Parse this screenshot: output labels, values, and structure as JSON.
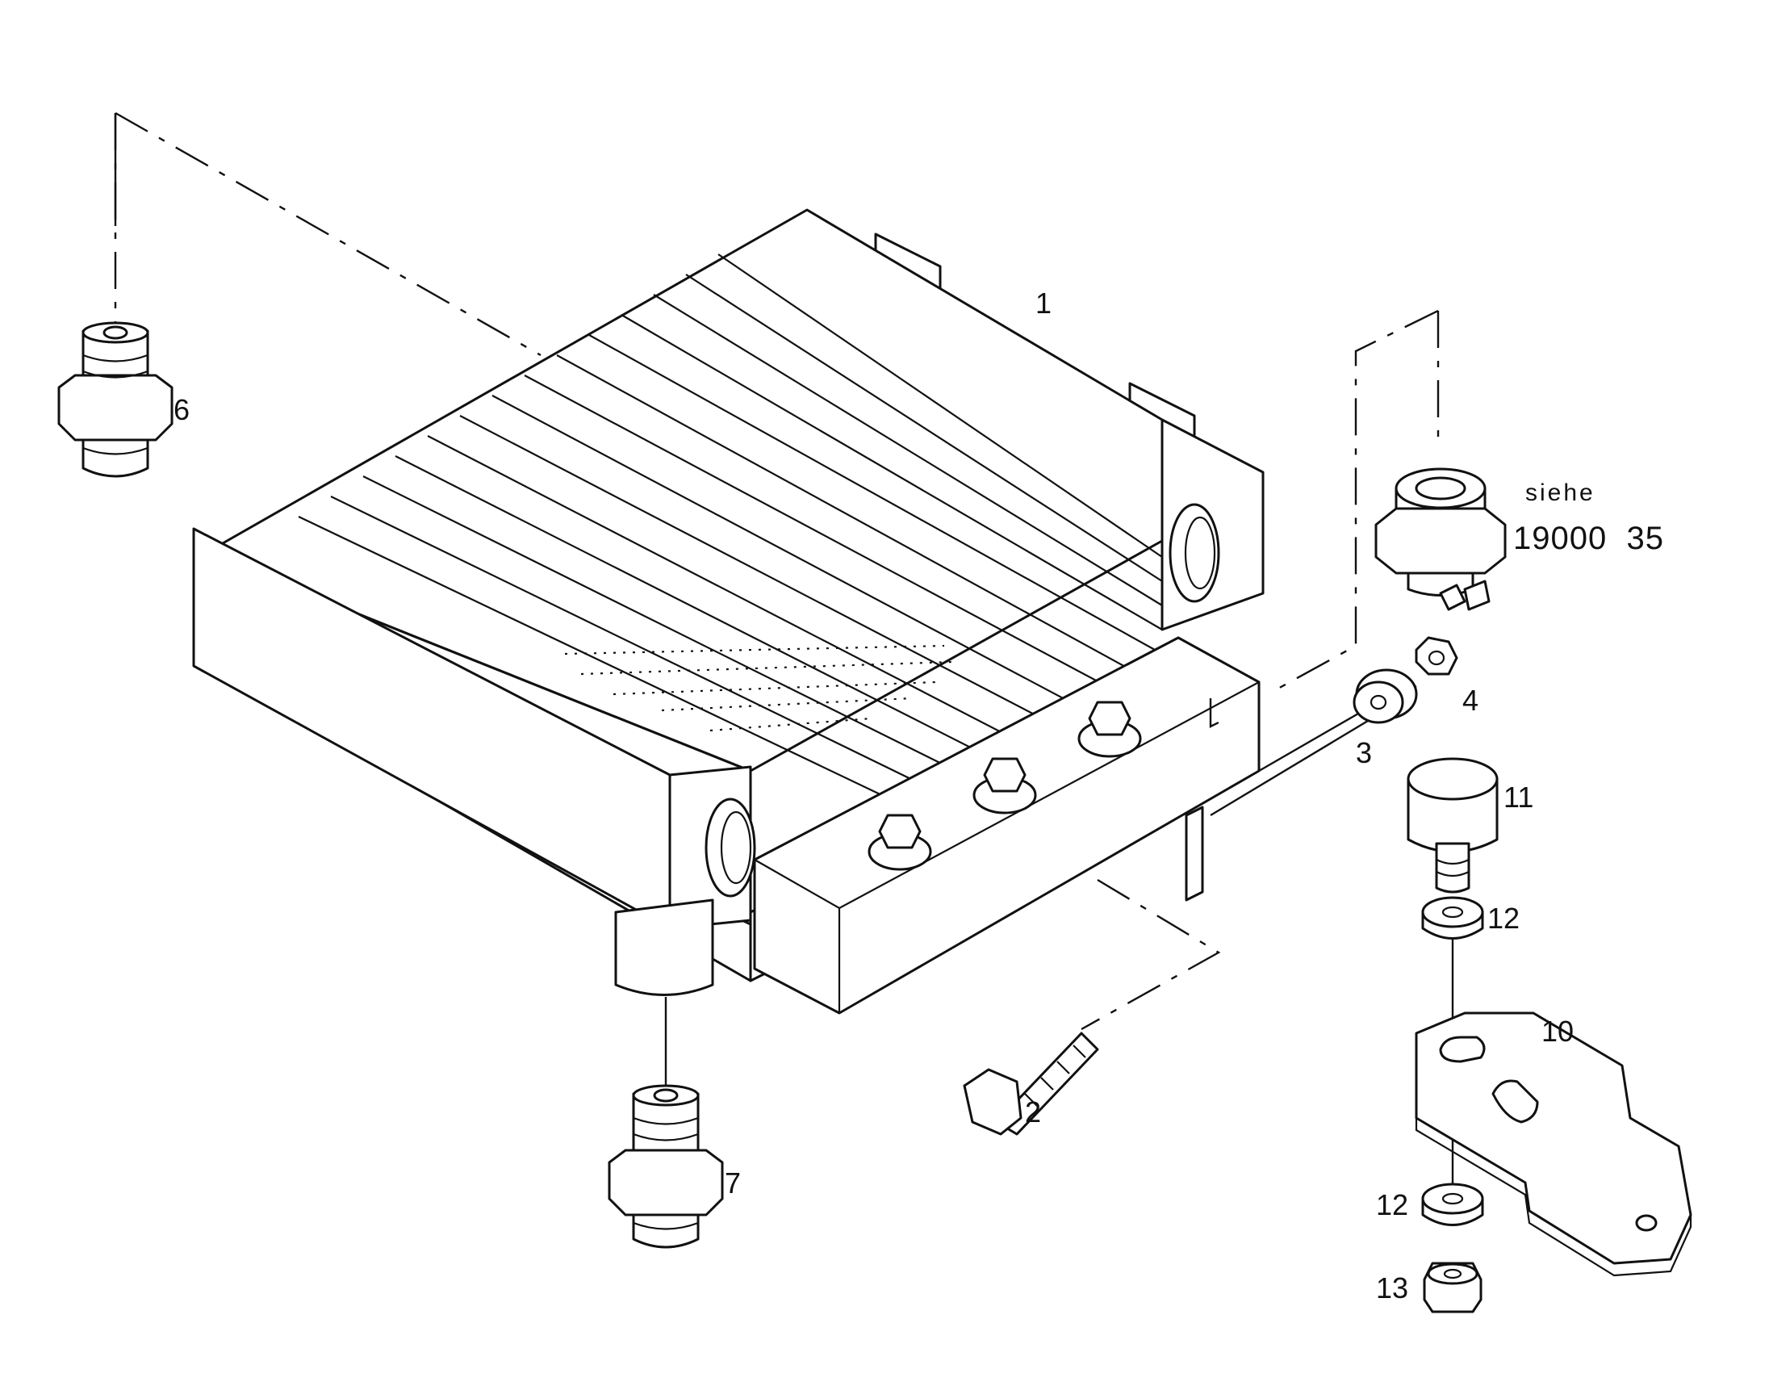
{
  "callouts": {
    "p1": "1",
    "p2": "2",
    "p3": "3",
    "p4": "4",
    "p6": "6",
    "p7": "7",
    "p10": "10",
    "p11": "11",
    "p12a": "12",
    "p12b": "12",
    "p13": "13"
  },
  "reference": {
    "word": "siehe",
    "number": "19000  35"
  }
}
